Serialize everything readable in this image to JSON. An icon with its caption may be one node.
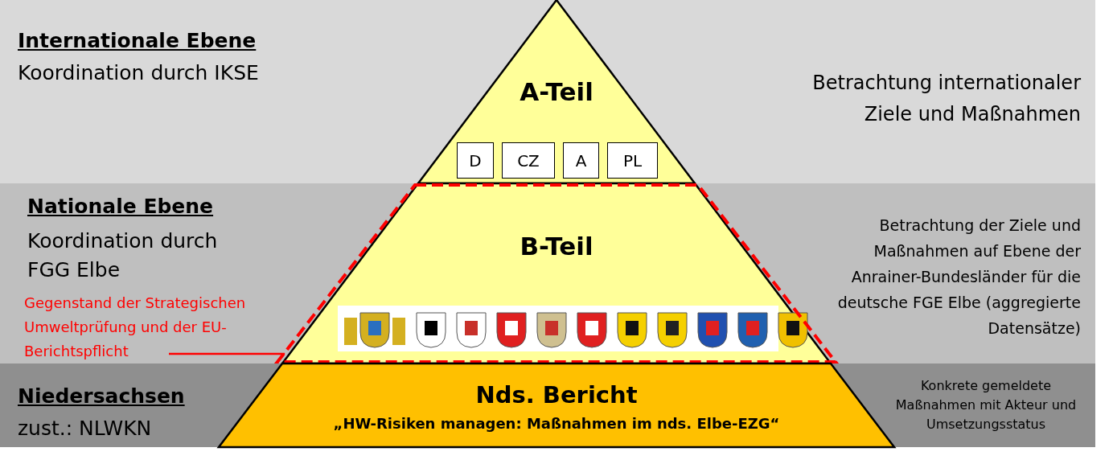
{
  "diagram": {
    "nodes": [
      {
        "text": [
          "Internationale Ebene",
          "Koordination durch IKSE",
          "Betrachtung internationaler Ziele und Maßnahmen"
        ]
      },
      {
        "text": [
          "A-Teil"
        ],
        "in": 0
      },
      {
        "text": [
          "D"
        ],
        "in": 1
      },
      {
        "text": [
          "CZ"
        ],
        "in": 1
      },
      {
        "text": [
          "A"
        ],
        "in": 1
      },
      {
        "text": [
          "PL"
        ],
        "in": 1
      },
      {
        "text": [
          "Nationale Ebene",
          "Koordination durch FGG Elbe",
          "Betrachtung der Ziele und Maßnahmen auf Ebene der Anrainer-Bundesländer für die deutsche FGE Elbe (aggregierte Datensätze)"
        ]
      },
      {
        "text": [
          "Gegenstand der Strategischen Umweltprüfung und der EU-Berichtspflicht"
        ],
        "in": 6
      },
      {
        "text": [],
        "shape": "box",
        "in": 6
      },
      {
        "text": [
          "B-Teil"
        ],
        "in": 8
      },
      {
        "text": [
          "Niedersachsen",
          "zust.: NLWKN",
          "Konkrete gemeldete Maßnahmen mit Akteur und Umsetzungsstatus"
        ]
      },
      {
        "text": [
          "Nds. Bericht",
          "„HW-Risiken managen: Maßnahmen im nds. Elbe-EZG“"
        ],
        "in": 10
      }
    ],
    "edges": [
      {
        "from": 7,
        "to": 8,
        "arrow": "none",
        "color": "#ff0000"
      }
    ]
  }
}
